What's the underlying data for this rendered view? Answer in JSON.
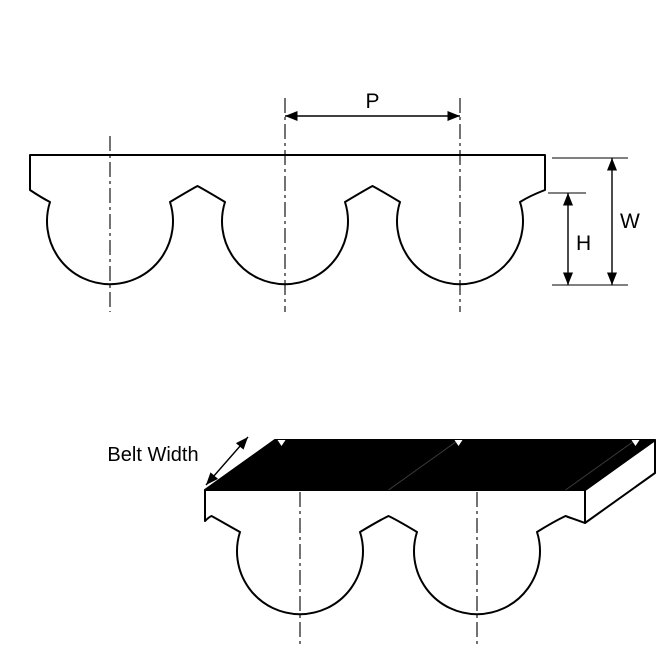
{
  "profile_view": {
    "pitch_label": "P",
    "overall_height_label": "W",
    "tooth_height_label": "H"
  },
  "iso_view": {
    "belt_width_label": "Belt Width"
  },
  "colors": {
    "line": "#000000",
    "belt_fill": "#ffffff",
    "top_face_fill": "#000000",
    "background": "#ffffff"
  }
}
